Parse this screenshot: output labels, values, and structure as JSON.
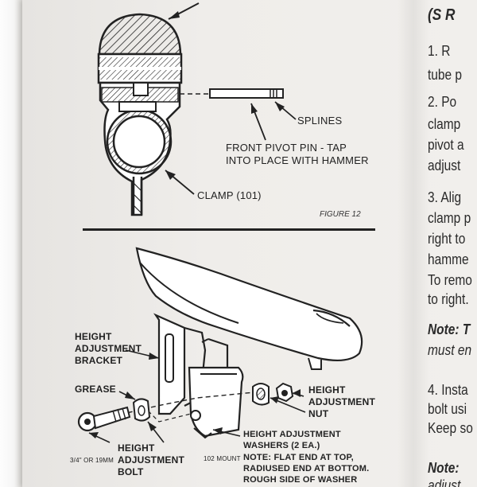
{
  "figure_top": {
    "labels": {
      "splines": "SPLINES",
      "pivot_pin_line1": "FRONT PIVOT PIN - TAP",
      "pivot_pin_line2": "INTO PLACE WITH HAMMER",
      "clamp": "CLAMP (101)"
    },
    "caption": "FIGURE 12"
  },
  "figure_bottom": {
    "labels": {
      "bracket_line1": "HEIGHT",
      "bracket_line2": "ADJUSTMENT",
      "bracket_line3": "BRACKET",
      "grease": "GREASE",
      "nut_line1": "HEIGHT",
      "nut_line2": "ADJUSTMENT",
      "nut_line3": "NUT",
      "bolt_line1": "HEIGHT",
      "bolt_line2": "ADJUSTMENT",
      "bolt_line3": "BOLT",
      "washers_line1": "HEIGHT ADJUSTMENT",
      "washers_line2": "WASHERS (2 EA.)",
      "note_line1": "NOTE: FLAT END AT TOP,",
      "note_line2": "RADIUSED END AT BOTTOM.",
      "note_line3": "ROUGH SIDE OF WASHER",
      "size": "3/4\" OR 19MM",
      "mount": "102 MOUNT"
    }
  },
  "right_column": {
    "heading": "(S R",
    "step1_a": "1. R",
    "step1_b": "tube p",
    "step2_a": "2. Po",
    "step2_b": "clamp",
    "step2_c": "pivot a",
    "step2_d": "adjust",
    "step3_a": "3. Alig",
    "step3_b": "clamp p",
    "step3_c": "right to",
    "step3_d": "hamme",
    "step3_e": "To remo",
    "step3_f": "to right.",
    "note1_a": "Note: T",
    "note1_b": "must en",
    "step4_a": "4. Insta",
    "step4_b": "bolt usi",
    "step4_c": "Keep so",
    "note2_a": "Note:",
    "note2_b": "adjust"
  }
}
